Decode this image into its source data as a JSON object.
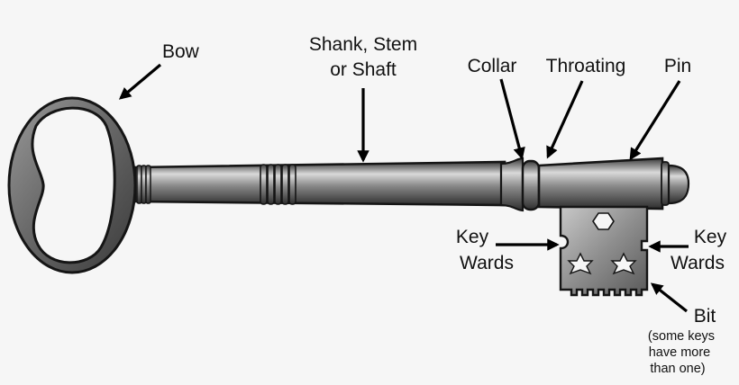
{
  "labels": {
    "bow": "Bow",
    "shank_line1": "Shank, Stem",
    "shank_line2": "or Shaft",
    "collar": "Collar",
    "throating": "Throating",
    "pin": "Pin",
    "key_wards_left_line1": "Key",
    "key_wards_left_line2": "Wards",
    "key_wards_right_line1": "Key",
    "key_wards_right_line2": "Wards",
    "bit": "Bit",
    "bit_note_line1": "(some keys",
    "bit_note_line2": "have more",
    "bit_note_line3": "than one)"
  },
  "colors": {
    "background": "#f6f6f6",
    "metal_dark": "#3e3e3e",
    "metal_light": "#d8d8d8",
    "outline": "#151515",
    "text": "#111111"
  }
}
